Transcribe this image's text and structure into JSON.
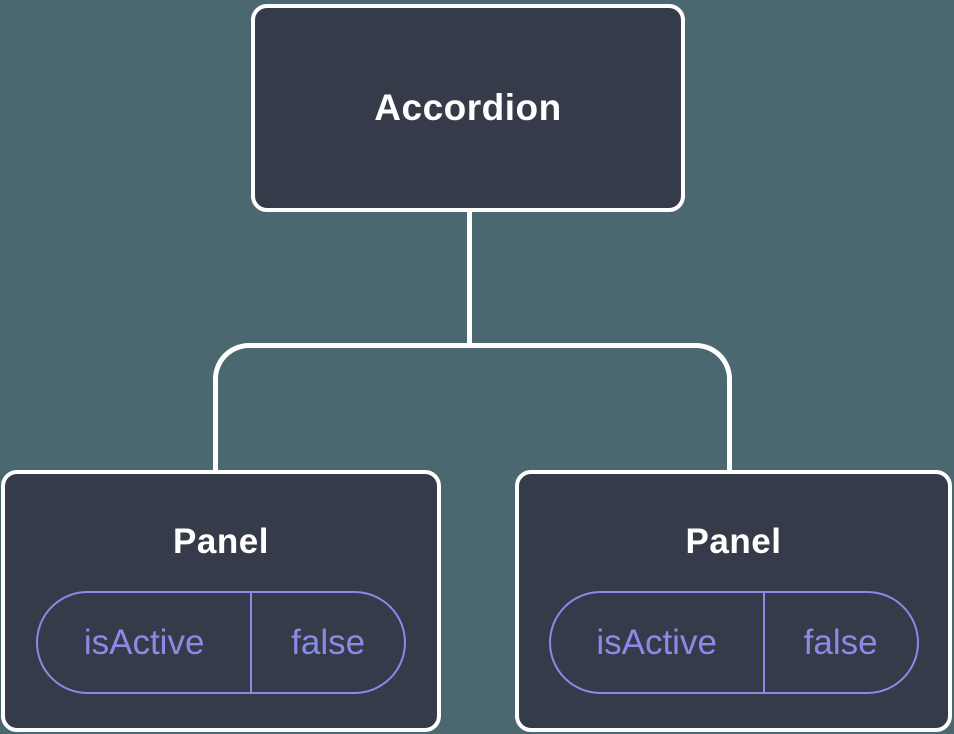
{
  "diagram": {
    "type": "component-tree",
    "root": {
      "label": "Accordion"
    },
    "children": [
      {
        "label": "Panel",
        "state": {
          "name": "isActive",
          "value": "false"
        }
      },
      {
        "label": "Panel",
        "state": {
          "name": "isActive",
          "value": "false"
        }
      }
    ],
    "colors": {
      "background": "#4B6770",
      "node_fill": "#353B48",
      "node_border": "#FFFFFF",
      "connector": "#FFFFFF",
      "title_text": "#FFFFFF",
      "state_accent": "#8A8AE8"
    }
  }
}
